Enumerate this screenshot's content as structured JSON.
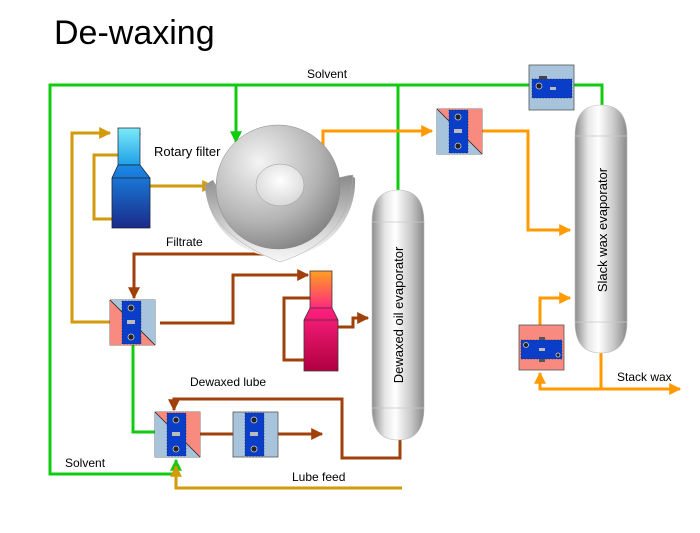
{
  "title": "De-waxing",
  "colors": {
    "solvent": "#10cc10",
    "feed": "#d39a0a",
    "filtrate": "#a0400a",
    "vapor": "#ff9a00",
    "hx_blue": "#0a3ec8",
    "hx_light": "#a8c4dc",
    "hx_hot": "#f88a80"
  },
  "labels": {
    "solvent_top": "Solvent",
    "rotary_filter": "Rotary filter",
    "filtrate": "Filtrate",
    "dewaxed_lube": "Dewaxed lube",
    "solvent_bottom": "Solvent",
    "lube_feed": "Lube feed",
    "stack_wax": "Stack wax",
    "dewaxed_oil_evaporator": "Dewaxed oil evaporator",
    "slack_wax_evaporator": "Slack wax evaporator"
  },
  "equipment": [
    {
      "id": "chiller-top",
      "type": "crystallizer-chiller",
      "color": "blue"
    },
    {
      "id": "rotary-filter",
      "type": "rotary-drum-filter"
    },
    {
      "id": "hx-filtrate",
      "type": "plate-heat-exchanger",
      "color": "red-blue"
    },
    {
      "id": "chiller-pink",
      "type": "crystallizer-chiller",
      "color": "pink"
    },
    {
      "id": "dewaxed-oil-evaporator",
      "type": "evaporator-column"
    },
    {
      "id": "hx-feed-1",
      "type": "plate-heat-exchanger",
      "color": "red-blue"
    },
    {
      "id": "hx-feed-2",
      "type": "plate-heat-exchanger",
      "color": "blue"
    },
    {
      "id": "hx-vapor",
      "type": "plate-heat-exchanger",
      "color": "red-blue"
    },
    {
      "id": "condenser-top",
      "type": "horizontal-heat-exchanger",
      "color": "blue"
    },
    {
      "id": "slack-wax-evaporator",
      "type": "evaporator-column"
    },
    {
      "id": "reboiler",
      "type": "horizontal-heat-exchanger",
      "color": "red"
    }
  ]
}
